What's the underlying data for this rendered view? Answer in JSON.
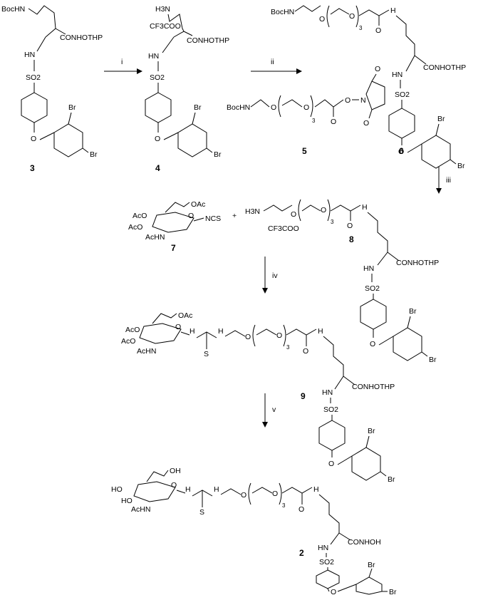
{
  "reagents": {
    "i": "i",
    "ii": "ii",
    "iii": "iii",
    "iv": "iv",
    "v": "v"
  },
  "compounds": {
    "c3": "3",
    "c4": "4",
    "c5": "5",
    "c6": "6",
    "c7": "7",
    "c8": "8",
    "c9": "9",
    "c2": "2"
  },
  "groups": {
    "boc_hn": "BocHN",
    "h3n_plus": "H3N",
    "tfa": "CF3COO",
    "conhothp": "CONHOTHP",
    "conhoh": "CONHOH",
    "hn": "HN",
    "nh": "H",
    "so2": "SO2",
    "br": "Br",
    "o": "O",
    "n": "N",
    "s": "S",
    "repeat": "3",
    "ncs": "NCS",
    "aco": "AcO",
    "oac": "OAc",
    "achn": "AcHN",
    "ho": "HO",
    "oh": "OH",
    "plus": "+"
  }
}
